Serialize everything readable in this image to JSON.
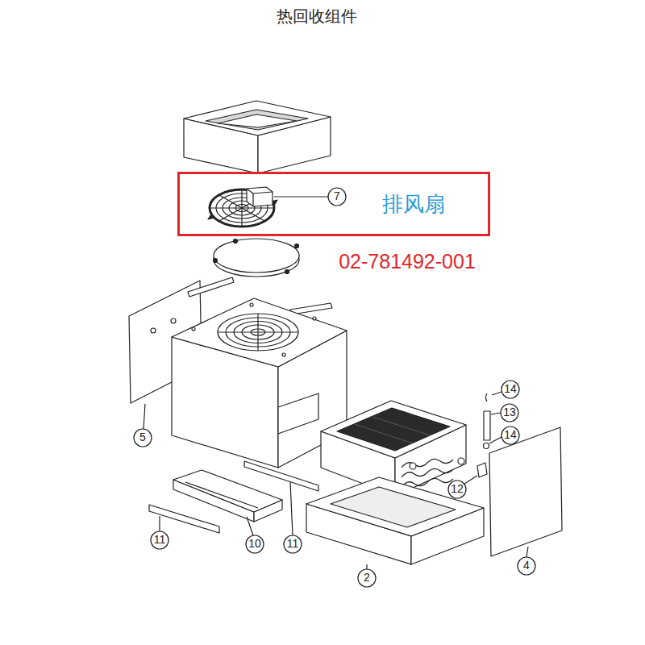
{
  "diagram": {
    "title": "热回收组件",
    "nodes": [
      {
        "text": [
          "排风扇"
        ]
      }
    ],
    "labels": [
      "7",
      "02-781492-001",
      "5",
      "14",
      "13",
      "14",
      "12",
      "4",
      "11",
      "10",
      "11",
      "2"
    ]
  }
}
